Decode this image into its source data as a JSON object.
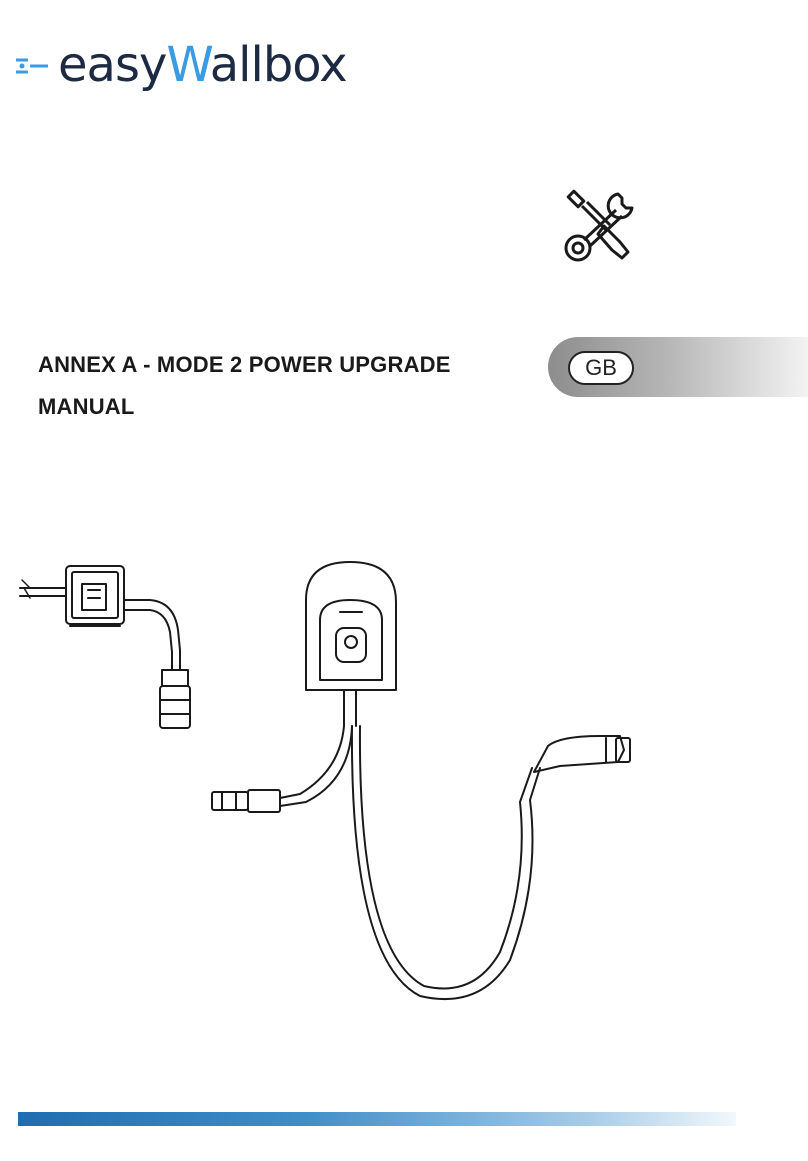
{
  "brand": {
    "logo_text": "easyWallbox",
    "logo_part_easy": "easy",
    "logo_part_w": "W",
    "logo_part_rest": "allbox",
    "colors": {
      "dark": "#1c2a44",
      "accent": "#3a9be0"
    }
  },
  "icons": {
    "tools": "wrench-screwdriver-icon",
    "plug": "plug-icon"
  },
  "document": {
    "title_line1": "ANNEX A - MODE 2 POWER UPGRADE",
    "title_line2": "MANUAL",
    "language": "GB"
  },
  "footer": {
    "bar_color_start": "#1f6db0",
    "bar_color_end": "#f2f8fc"
  }
}
